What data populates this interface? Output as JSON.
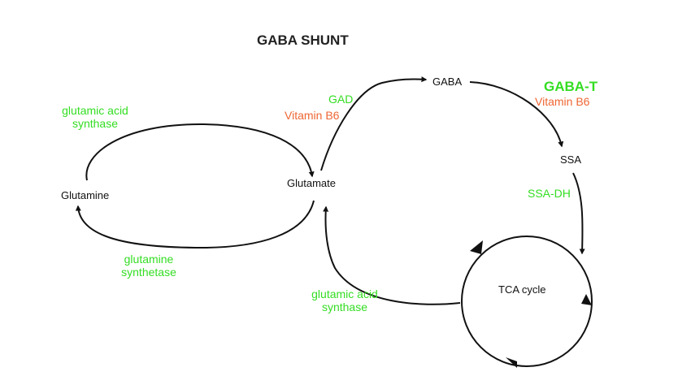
{
  "title": "GABA SHUNT",
  "nodes": {
    "glutamine": "Glutamine",
    "glutamate": "Glutamate",
    "gaba": "GABA",
    "ssa": "SSA",
    "tca": "TCA cycle"
  },
  "enzymes": {
    "glutamic_acid_synthase_top": [
      "glutamic acid",
      "synthase"
    ],
    "glutamine_synthetase": [
      "glutamine",
      "synthetase"
    ],
    "gad": "GAD",
    "gad_cofactor": "Vitamin B6",
    "gaba_t": "GABA-T",
    "gaba_t_cofactor": "Vitamin B6",
    "ssa_dh": "SSA-DH",
    "glutamic_acid_synthase_bottom": [
      "glutamic acid",
      "synthase"
    ]
  },
  "colors": {
    "enzyme": "#33dd22",
    "cofactor": "#ee6633",
    "arrow": "#111111"
  }
}
